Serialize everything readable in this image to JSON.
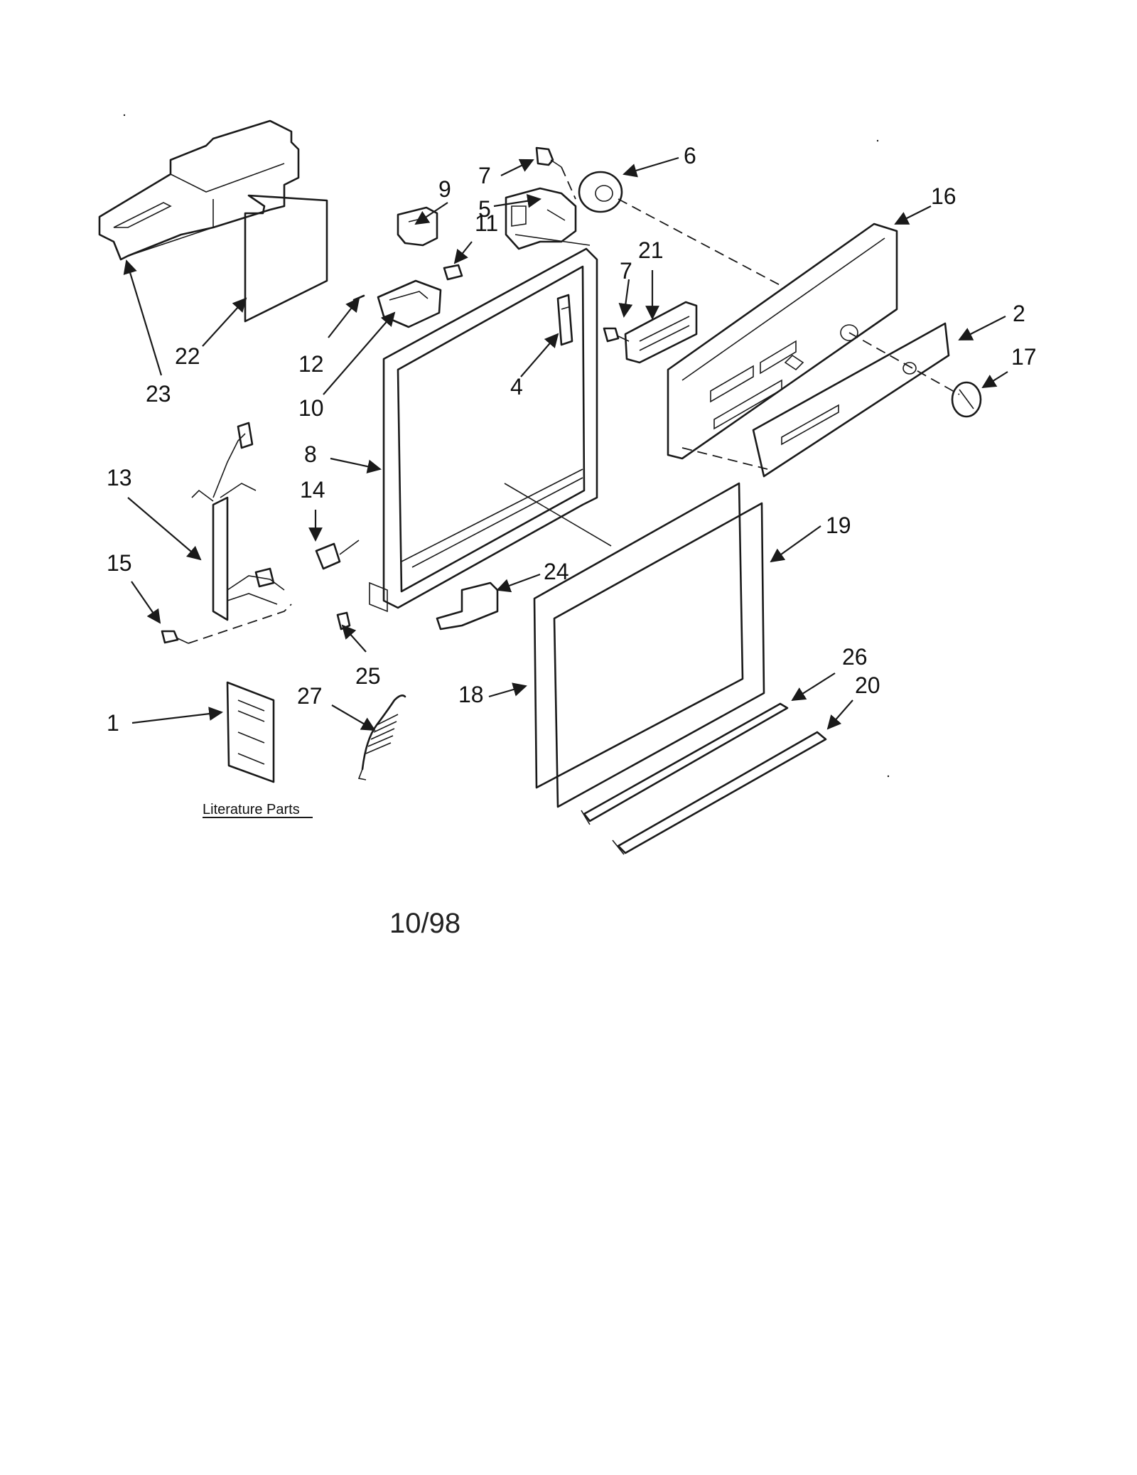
{
  "callouts": {
    "c1": "1",
    "c2": "2",
    "c4": "4",
    "c5": "5",
    "c6": "6",
    "c7a": "7",
    "c7b": "7",
    "c8": "8",
    "c9": "9",
    "c10": "10",
    "c11": "11",
    "c12": "12",
    "c13": "13",
    "c14": "14",
    "c15": "15",
    "c16": "16",
    "c17": "17",
    "c18": "18",
    "c19": "19",
    "c20": "20",
    "c21": "21",
    "c22": "22",
    "c23": "23",
    "c24": "24",
    "c25": "25",
    "c26": "26",
    "c27": "27"
  },
  "literature_caption": "Literature Parts",
  "date_code": "10/98",
  "icons": [
    "arrow-head"
  ],
  "colors": {
    "ink": "#1a1a1a",
    "paper": "#ffffff"
  }
}
